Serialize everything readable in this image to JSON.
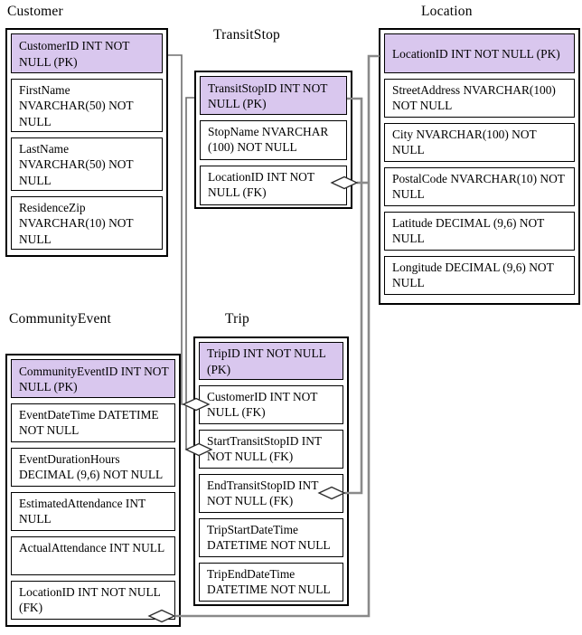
{
  "diagram_type": "entity-relationship-diagram",
  "colors": {
    "pk_header_fill": "#d9c7ee",
    "connector_gray": "#8a8a8a",
    "border": "#000000",
    "background": "#ffffff"
  },
  "entities": {
    "customer": {
      "title": "Customer",
      "rows": [
        {
          "text": "CustomerID INT NOT NULL (PK)",
          "pk": true
        },
        {
          "text": "FirstName NVARCHAR(50) NOT NULL",
          "pk": false
        },
        {
          "text": "LastName NVARCHAR(50) NOT NULL",
          "pk": false
        },
        {
          "text": "ResidenceZip NVARCHAR(10) NOT NULL",
          "pk": false
        }
      ]
    },
    "transitstop": {
      "title": "TransitStop",
      "rows": [
        {
          "text": "TransitStopID INT NOT NULL (PK)",
          "pk": true
        },
        {
          "text": "StopName NVARCHAR (100) NOT NULL",
          "pk": false
        },
        {
          "text": "LocationID INT NOT NULL (FK)",
          "pk": false
        }
      ]
    },
    "location": {
      "title": "Location",
      "rows": [
        {
          "text": "LocationID INT NOT NULL (PK)",
          "pk": true
        },
        {
          "text": "StreetAddress NVARCHAR(100) NOT NULL",
          "pk": false
        },
        {
          "text": "City NVARCHAR(100) NOT NULL",
          "pk": false
        },
        {
          "text": "PostalCode NVARCHAR(10) NOT NULL",
          "pk": false
        },
        {
          "text": "Latitude DECIMAL (9,6) NOT NULL",
          "pk": false
        },
        {
          "text": "Longitude DECIMAL (9,6) NOT NULL",
          "pk": false
        }
      ]
    },
    "communityevent": {
      "title": "CommunityEvent",
      "rows": [
        {
          "text": "CommunityEventID INT NOT NULL (PK)",
          "pk": true
        },
        {
          "text": "EventDateTime DATETIME NOT NULL",
          "pk": false
        },
        {
          "text": "EventDurationHours DECIMAL (9,6) NOT NULL",
          "pk": false
        },
        {
          "text": "EstimatedAttendance INT NULL",
          "pk": false
        },
        {
          "text": "ActualAttendance INT NULL",
          "pk": false
        },
        {
          "text": "LocationID INT NOT NULL (FK)",
          "pk": false
        }
      ]
    },
    "trip": {
      "title": "Trip",
      "rows": [
        {
          "text": "TripID INT NOT NULL (PK)",
          "pk": true
        },
        {
          "text": "CustomerID INT NOT NULL (FK)",
          "pk": false
        },
        {
          "text": "StartTransitStopID INT NOT NULL (FK)",
          "pk": false
        },
        {
          "text": "EndTransitStopID INT NOT NULL (FK)",
          "pk": false
        },
        {
          "text": "TripStartDateTime DATETIME NOT NULL",
          "pk": false
        },
        {
          "text": "TripEndDateTime DATETIME NOT NULL",
          "pk": false
        }
      ]
    }
  },
  "connectors": [
    {
      "from": "Customer.CustomerID (PK)",
      "to": "Trip.CustomerID (FK)",
      "diamond_at": "Trip.CustomerID"
    },
    {
      "from": "TransitStop.TransitStopID (PK)",
      "to": "Trip.StartTransitStopID (FK)",
      "diamond_at": "Trip.StartTransitStopID"
    },
    {
      "from": "TransitStop.TransitStopID (PK)",
      "to": "Trip.EndTransitStopID (FK)",
      "diamond_at": "Trip.EndTransitStopID"
    },
    {
      "from": "Location.LocationID (PK)",
      "to": "TransitStop.LocationID (FK)",
      "diamond_at": "TransitStop.LocationID"
    },
    {
      "from": "Location.LocationID (PK)",
      "to": "CommunityEvent.LocationID (FK)",
      "diamond_at": "CommunityEvent.LocationID"
    }
  ]
}
